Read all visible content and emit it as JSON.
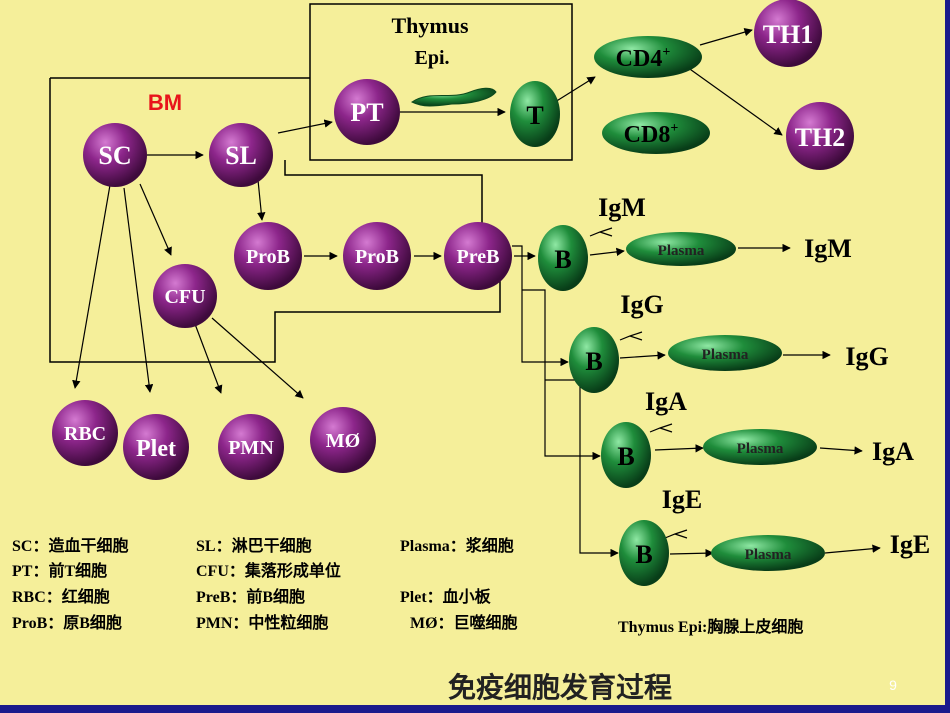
{
  "colors": {
    "background": "#f5ef9a",
    "frame": "#1a1a8c",
    "purple_node": "#7a1f78",
    "green_node": "#1e8a3a",
    "bm_label": "#e8141b"
  },
  "labels": {
    "thymus_title": "Thymus",
    "thymus_epi": "Epi.",
    "bm": "BM",
    "footer_title": "免疫细胞发育过程",
    "page_number": "9"
  },
  "nodes": {
    "sc": "SC",
    "sl": "SL",
    "pt": "PT",
    "t": "T",
    "cd4": "CD4",
    "cd4_sup": "+",
    "cd8": "CD8",
    "cd8_sup": "+",
    "th1": "TH1",
    "th2": "TH2",
    "prob1": "ProB",
    "prob2": "ProB",
    "preb": "PreB",
    "cfu": "CFU",
    "rbc": "RBC",
    "plet": "Plet",
    "pmn": "PMN",
    "mo": "MØ"
  },
  "b_branches": [
    {
      "ig_top": "IgM",
      "b": "B",
      "plasma": "Plasma",
      "ig_out": "IgM"
    },
    {
      "ig_top": "IgG",
      "b": "B",
      "plasma": "Plasma",
      "ig_out": "IgG"
    },
    {
      "ig_top": "IgA",
      "b": "B",
      "plasma": "Plasma",
      "ig_out": "IgA"
    },
    {
      "ig_top": "IgE",
      "b": "B",
      "plasma": "Plasma",
      "ig_out": "IgE"
    }
  ],
  "legend": [
    "SC：造血干细胞",
    "SL：淋巴干细胞",
    "Plasma：浆细胞",
    "PT：前T细胞",
    "CFU：集落形成单位",
    "RBC：红细胞",
    "PreB：前B细胞",
    "Plet：血小板",
    "ProB：原B细胞",
    "PMN：中性粒细胞",
    "MØ：巨噬细胞",
    "Thymus Epi:胸腺上皮细胞"
  ]
}
